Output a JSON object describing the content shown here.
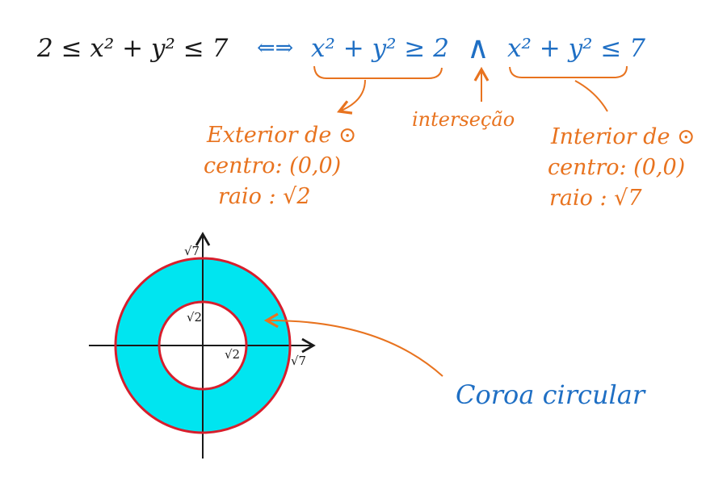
{
  "colors": {
    "ink": "#1a1a1a",
    "blue": "#1f6fc4",
    "orange": "#e8731f",
    "fill": "#00e5f0",
    "circle": "#d81e2c"
  },
  "equation": {
    "lhs": "2 ≤ x² + y² ≤ 7",
    "iff": "⇐⇒",
    "cond1": "x² + y² ≥ 2",
    "and": "∧",
    "cond2": "x² + y² ≤ 7"
  },
  "annotations": {
    "intersection": "interseção",
    "left": {
      "line1": "Exterior de ⊙",
      "line2": "centro: (0,0)",
      "line3": "raio : √2"
    },
    "right": {
      "line1": "Interior de ⊙",
      "line2": "centro: (0,0)",
      "line3": "raio : √7"
    }
  },
  "graph": {
    "labels": {
      "outer_y": "√7",
      "inner_y": "√2",
      "inner_x": "√2",
      "outer_x": "√7"
    },
    "region_label": "Coroa circular",
    "inner_radius": 1.4142,
    "outer_radius": 2.6458
  }
}
